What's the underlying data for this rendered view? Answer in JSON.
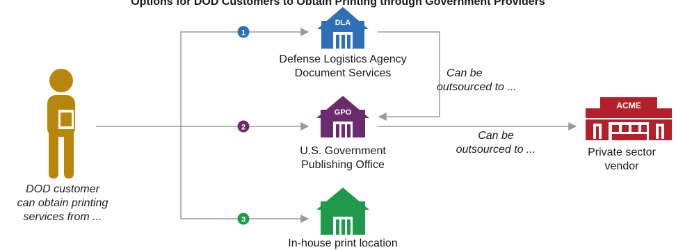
{
  "title": "Options for DOD Customers to Obtain Printing through Government Providers",
  "customer": {
    "caption_lines": [
      "DOD customer",
      "can obtain printing",
      "services from ..."
    ],
    "color": "#b8860b"
  },
  "providers": [
    {
      "step": "1",
      "badge": "DLA",
      "name_lines": [
        "Defense Logistics Agency",
        "Document Services"
      ],
      "color": "#2f6fb7"
    },
    {
      "step": "2",
      "badge": "GPO",
      "name_lines": [
        "U.S. Government",
        "Publishing Office"
      ],
      "color": "#6b2c6e"
    },
    {
      "step": "3",
      "badge": "",
      "name_lines": [
        "In-house print location"
      ],
      "color": "#1f9a4a"
    }
  ],
  "vendor": {
    "badge": "ACME",
    "name_lines": [
      "Private sector",
      "vendor"
    ],
    "color": "#b3202a"
  },
  "outsource_notes": [
    {
      "lines": [
        "Can be",
        "outsourced to ..."
      ]
    },
    {
      "lines": [
        "Can be",
        "outsourced to ..."
      ]
    }
  ],
  "line_color": "#9a9a9a"
}
